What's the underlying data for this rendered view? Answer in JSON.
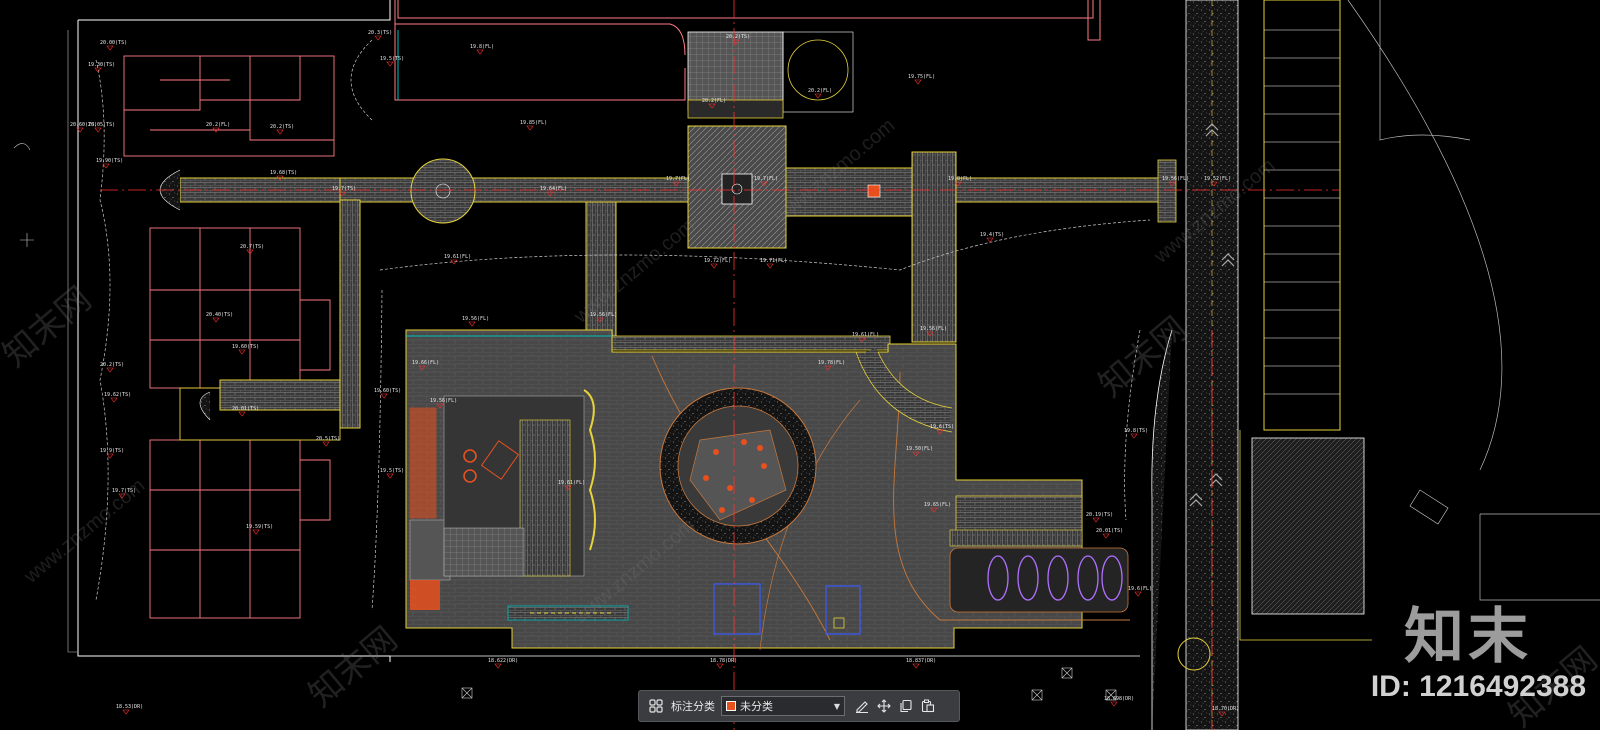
{
  "colors": {
    "background": "#000000",
    "building": "#ff7c86",
    "path_edge": "#e6d23a",
    "paving": "#7a7a7a",
    "axis": "#ff3030",
    "boundary": "#ffffff",
    "water": "#00c0c0",
    "plaza": "#4e4e4e",
    "category_swatch": "#e8501e"
  },
  "watermark": {
    "logo": "知末",
    "id_text": "ID: 1216492388",
    "tile_text": "知末网",
    "url_text": "www.znzmo.com"
  },
  "toolbar": {
    "grid_icon": "grid-icon",
    "label": "标注分类",
    "category_value": "未分类",
    "edit_icon": "edit-icon",
    "move_icon": "move-icon",
    "copy_icon": "copy-icon",
    "paste_icon": "paste-icon"
  },
  "elevations": [
    "20.2(TS)",
    "20.00(TS)",
    "19.30(TS)",
    "20.05(TS)",
    "20.60(TS)",
    "20.3(TS)",
    "19.5(TS)",
    "19.90(TS)",
    "19.7(TS)",
    "19.68(TS)",
    "20.7(TS)",
    "20.40(TS)",
    "19.60(TS)",
    "20.2(TS)",
    "19.9(TS)",
    "20.2(FL)",
    "20.01(TS)",
    "20.5(TS)",
    "19.7(TS)",
    "19.8(FL)",
    "19.85(FL)",
    "19.7(FL)",
    "19.7(FL)",
    "19.75(FL)",
    "19.64(FL)",
    "19.56(FL)",
    "19.56(FL)",
    "19.61(FL)",
    "19.71(FL)",
    "19.56(FL)",
    "19.52(FL)",
    "19.56(FL)",
    "19.60(TS)",
    "19.62(TS)",
    "19.59(TS)",
    "19.66(FL)",
    "19.56(FL)",
    "19.5(TS)",
    "19.4(TS)",
    "19.8(TS)",
    "18.622(DR)",
    "18.78(DR)",
    "18.837(DR)",
    "18.53(DR)",
    "18.698(DR)",
    "19.72(FL)",
    "19.8(FL)",
    "19.61(FL)",
    "20.2(FL)",
    "20.2(FL)",
    "20.2(TS)",
    "19.61(FL)",
    "19.78(FL)",
    "19.6(TS)",
    "20.19(TS)",
    "20.01(TS)",
    "19.50(FL)",
    "19.65(FL)",
    "18.70(DR)",
    "19.6(FL)"
  ]
}
